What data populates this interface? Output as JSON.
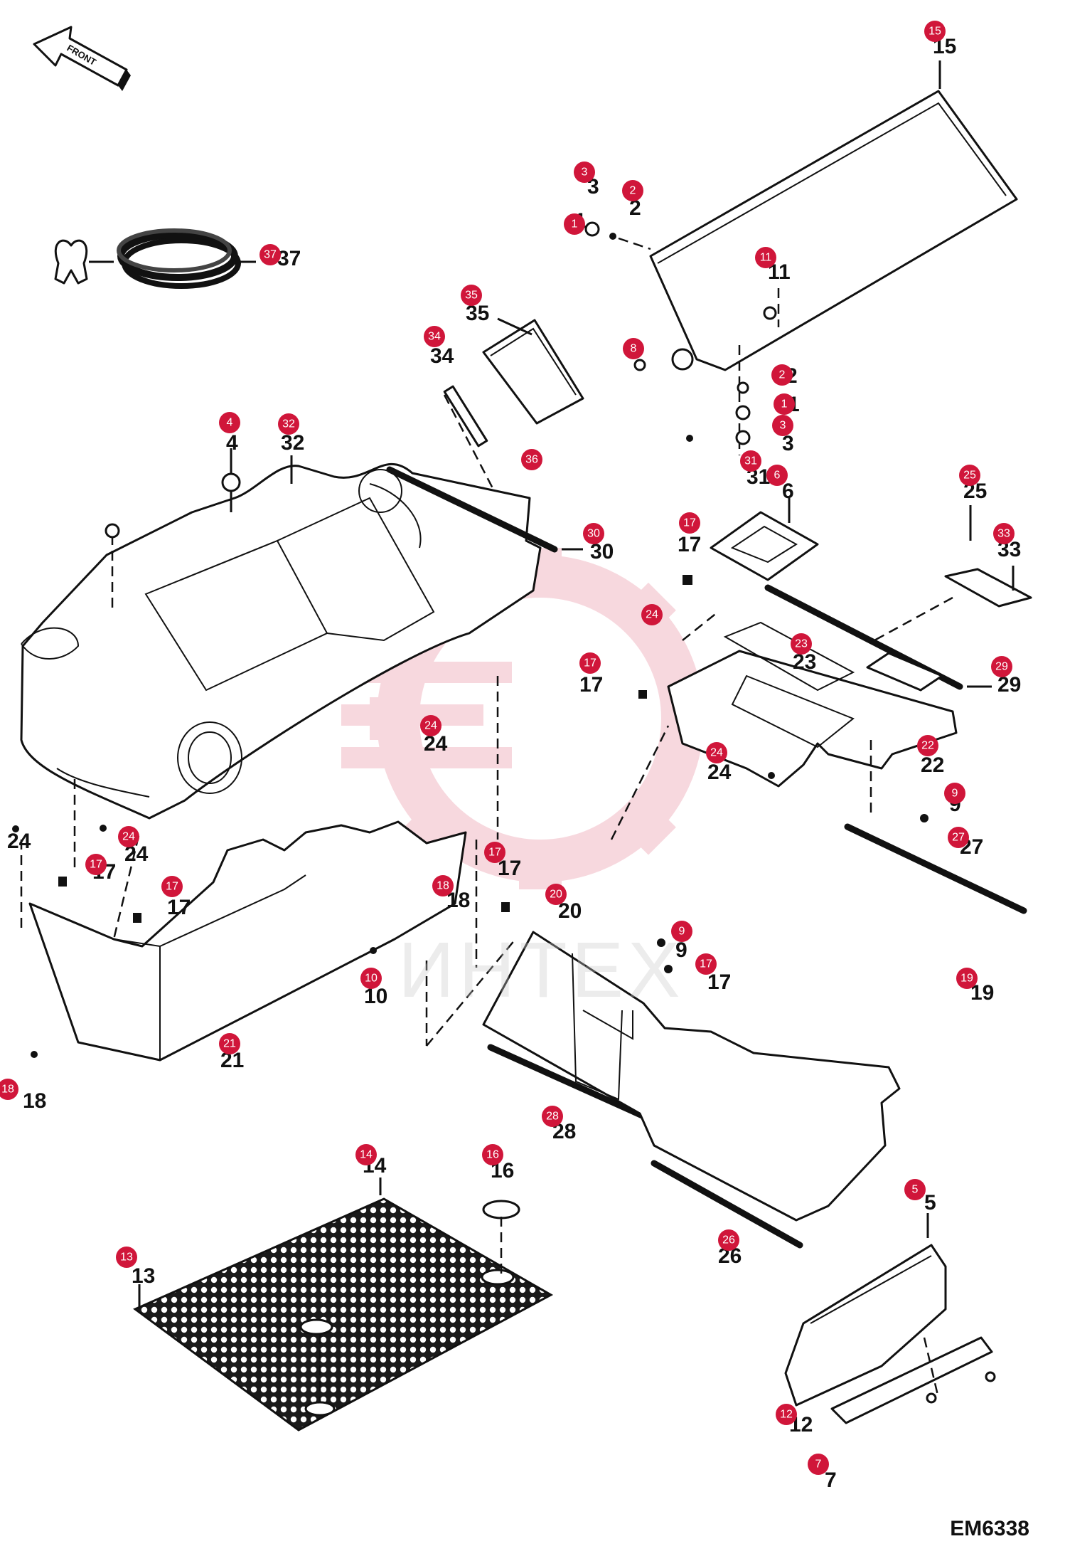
{
  "drawing_code": "EM6338",
  "front_arrow_label": "FRONT",
  "watermark_text": "ИНТЕХ",
  "badge_color": "#d0163a",
  "callouts": [
    {
      "id": "15",
      "label": "15"
    },
    {
      "id": "3a",
      "label": "3"
    },
    {
      "id": "2a",
      "label": "2"
    },
    {
      "id": "1a",
      "label": "1"
    },
    {
      "id": "37",
      "label": "37"
    },
    {
      "id": "11",
      "label": "11"
    },
    {
      "id": "35",
      "label": "35"
    },
    {
      "id": "34",
      "label": "34"
    },
    {
      "id": "8",
      "label": "8"
    },
    {
      "id": "2b",
      "label": "2"
    },
    {
      "id": "1b",
      "label": "1"
    },
    {
      "id": "3b",
      "label": "3"
    },
    {
      "id": "4",
      "label": "4"
    },
    {
      "id": "32",
      "label": "32"
    },
    {
      "id": "36",
      "label": "36"
    },
    {
      "id": "31",
      "label": "31"
    },
    {
      "id": "6",
      "label": "6"
    },
    {
      "id": "25",
      "label": "25"
    },
    {
      "id": "17a",
      "label": "17"
    },
    {
      "id": "33",
      "label": "33"
    },
    {
      "id": "30",
      "label": "30"
    },
    {
      "id": "24a",
      "label": "24"
    },
    {
      "id": "23",
      "label": "23"
    },
    {
      "id": "17b",
      "label": "17"
    },
    {
      "id": "29",
      "label": "29"
    },
    {
      "id": "24b",
      "label": "24"
    },
    {
      "id": "22",
      "label": "22"
    },
    {
      "id": "24c",
      "label": "24"
    },
    {
      "id": "9a",
      "label": "9"
    },
    {
      "id": "24d",
      "label": "24"
    },
    {
      "id": "24e",
      "label": "24"
    },
    {
      "id": "27",
      "label": "27"
    },
    {
      "id": "17c",
      "label": "17"
    },
    {
      "id": "17d",
      "label": "17"
    },
    {
      "id": "17e",
      "label": "17"
    },
    {
      "id": "18a",
      "label": "18"
    },
    {
      "id": "20",
      "label": "20"
    },
    {
      "id": "9b",
      "label": "9"
    },
    {
      "id": "17f",
      "label": "17"
    },
    {
      "id": "10",
      "label": "10"
    },
    {
      "id": "19",
      "label": "19"
    },
    {
      "id": "21",
      "label": "21"
    },
    {
      "id": "18b",
      "label": "18"
    },
    {
      "id": "28",
      "label": "28"
    },
    {
      "id": "14",
      "label": "14"
    },
    {
      "id": "16",
      "label": "16"
    },
    {
      "id": "13",
      "label": "13"
    },
    {
      "id": "5",
      "label": "5"
    },
    {
      "id": "26",
      "label": "26"
    },
    {
      "id": "12",
      "label": "12"
    },
    {
      "id": "7",
      "label": "7"
    }
  ]
}
